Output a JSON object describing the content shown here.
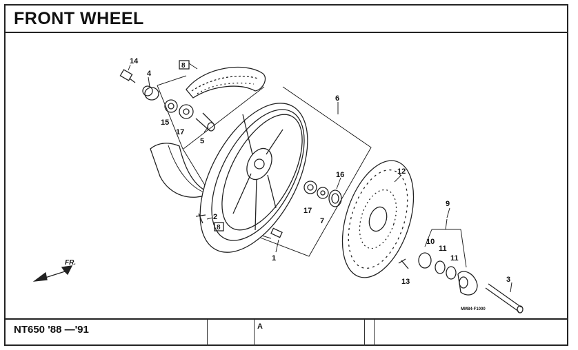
{
  "title": "FRONT WHEEL",
  "footer": {
    "model": "NT650 '88 —'91",
    "side_mark": "A"
  },
  "diagram_code": "MM84-F1000",
  "direction_label": "FR.",
  "callouts": {
    "c1": "1",
    "c2": "2",
    "c3": "3",
    "c4": "4",
    "c5": "5",
    "c6": "6",
    "c7": "7",
    "c8a": "8",
    "c8b": "8",
    "c9": "9",
    "c10": "10",
    "c11a": "11",
    "c11b": "11",
    "c12": "12",
    "c13": "13",
    "c14": "14",
    "c15": "15",
    "c16": "16",
    "c17a": "17",
    "c17b": "17"
  }
}
